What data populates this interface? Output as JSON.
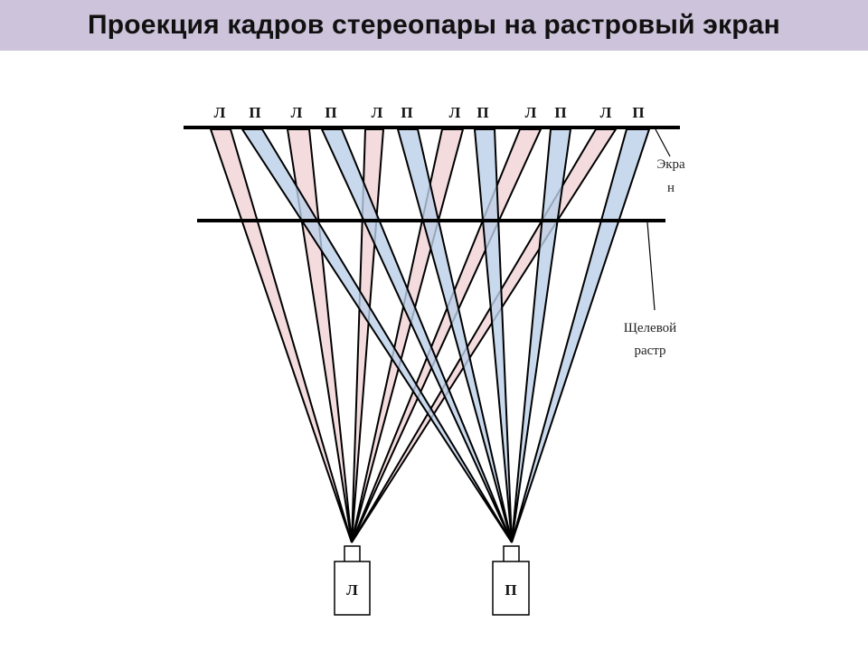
{
  "title": "Проекция кадров стереопары на растровый экран",
  "top_labels": [
    "Л",
    "П",
    "Л",
    "П",
    "Л",
    "П",
    "Л",
    "П",
    "Л",
    "П",
    "Л",
    "П"
  ],
  "screen_label": {
    "line1": "Экра",
    "line2": "н"
  },
  "raster_label": {
    "line1": "Щелевой",
    "line2": "растр"
  },
  "projector_left_label": "Л",
  "projector_right_label": "П",
  "colors": {
    "title_bg": "#cdc3da",
    "left_beam": "#f0d2d6",
    "right_beam": "#bccfe9",
    "stroke": "#000000"
  }
}
